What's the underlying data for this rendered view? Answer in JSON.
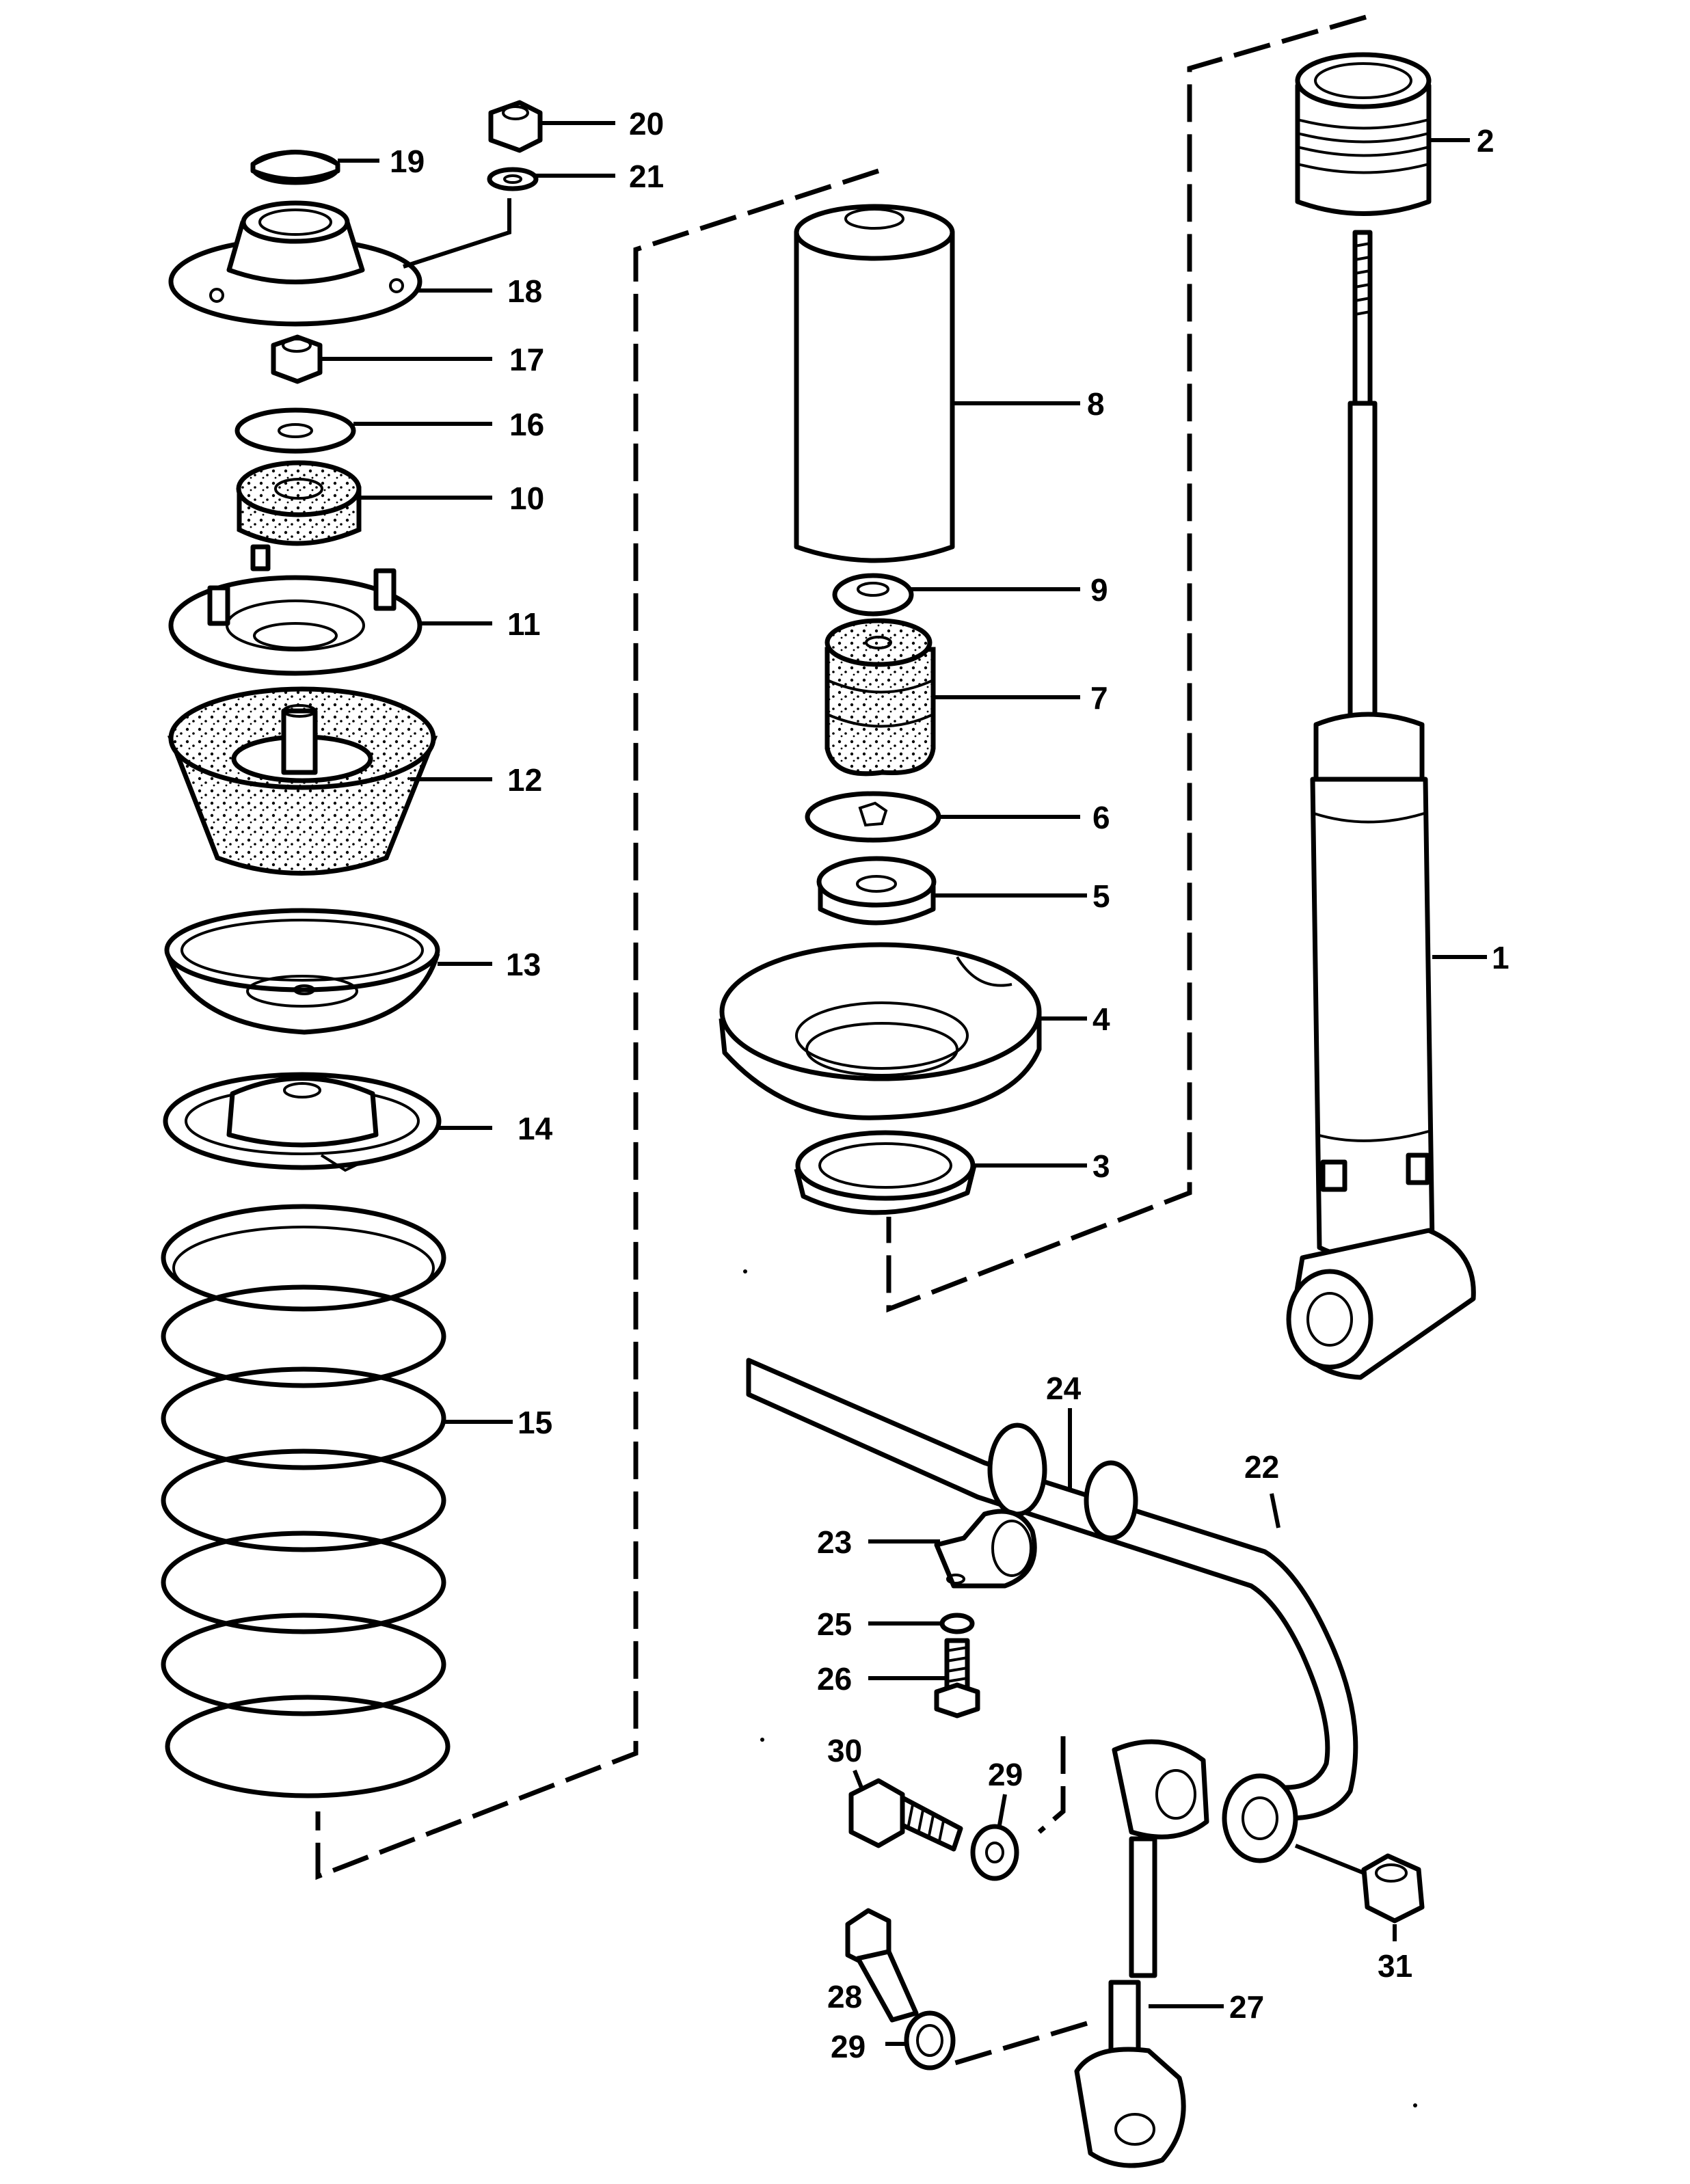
{
  "labels": {
    "l1": "1",
    "l2": "2",
    "l3": "3",
    "l4": "4",
    "l5": "5",
    "l6": "6",
    "l7": "7",
    "l8": "8",
    "l9": "9",
    "l10": "10",
    "l11": "11",
    "l12": "12",
    "l13": "13",
    "l14": "14",
    "l15": "15",
    "l16": "16",
    "l17": "17",
    "l18": "18",
    "l19": "19",
    "l20": "20",
    "l21": "21",
    "l22": "22",
    "l23": "23",
    "l24": "24",
    "l25": "25",
    "l26": "26",
    "l27": "27",
    "l28": "28",
    "l29a": "29",
    "l29b": "29",
    "l30": "30",
    "l31": "31"
  }
}
